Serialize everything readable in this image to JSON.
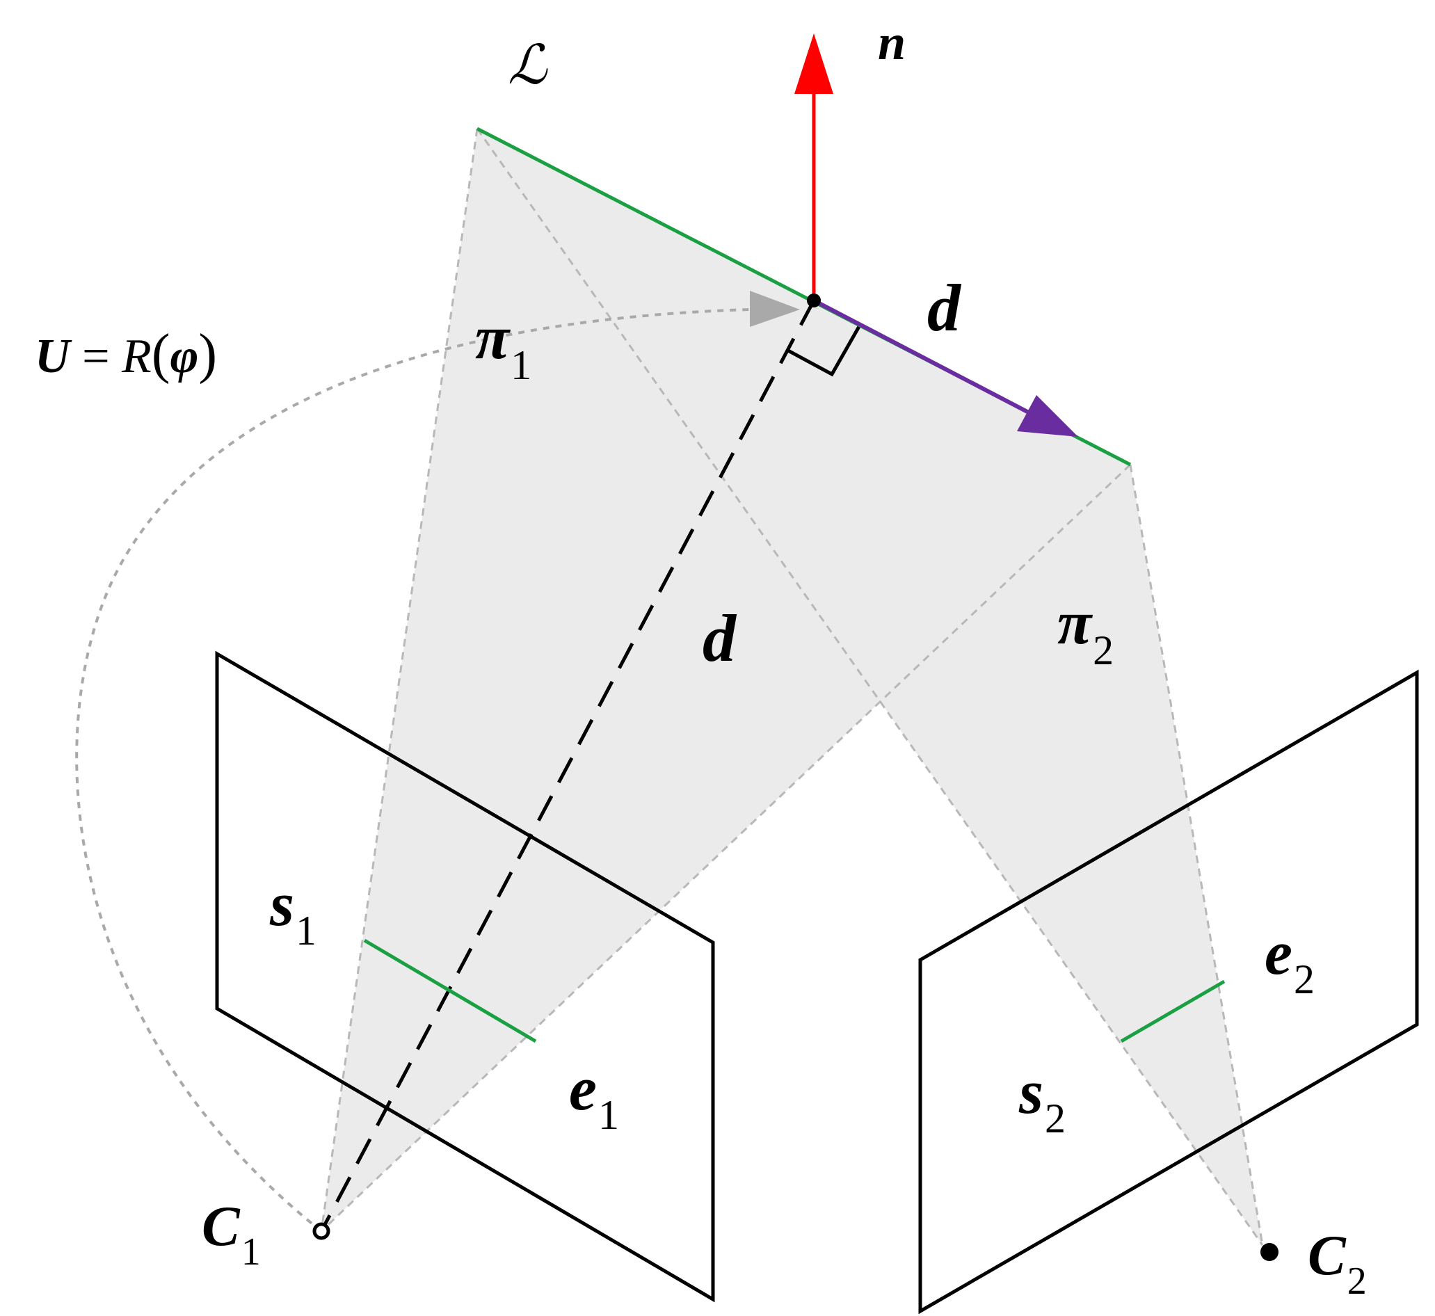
{
  "figure": {
    "labels": {
      "line_L": "ℒ",
      "normal_n": "n",
      "direction_d": "d",
      "distance_d": "d",
      "transform": {
        "var": "U",
        "eq": " = ",
        "func": "R",
        "open": "(",
        "arg": "φ",
        "close": ")"
      },
      "plane1": {
        "base": "π",
        "sub": "1"
      },
      "plane2": {
        "base": "π",
        "sub": "2"
      },
      "s1": {
        "base": "s",
        "sub": "1"
      },
      "s2": {
        "base": "s",
        "sub": "2"
      },
      "e1": {
        "base": "e",
        "sub": "1"
      },
      "e2": {
        "base": "e",
        "sub": "2"
      },
      "c1": {
        "base": "C",
        "sub": "1"
      },
      "c2": {
        "base": "C",
        "sub": "2"
      }
    },
    "colors": {
      "line_3d": "#1aa043",
      "projection_line": "#1aa043",
      "normal_arrow": "#ff0000",
      "direction_arrow": "#6a2da0",
      "plane_fill": "#ebebeb",
      "construction_dash": "#b4b4b4",
      "rotation_arrowhead": "#a9a9a9",
      "frame": "#000000"
    }
  }
}
